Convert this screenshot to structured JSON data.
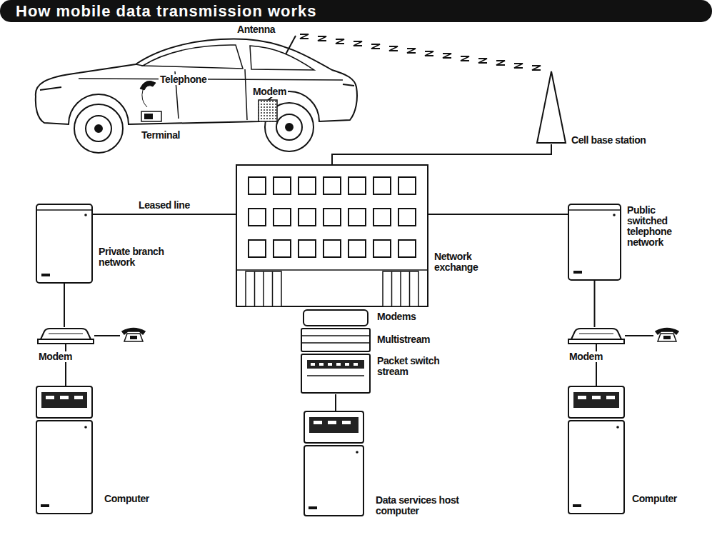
{
  "diagram": {
    "title": "How mobile data transmission works",
    "nodes": [
      {
        "text": [
          "Cell base station"
        ]
      },
      {
        "text": [
          "Private branch network"
        ]
      },
      {
        "text": [
          "Network exchange"
        ]
      },
      {
        "text": [
          "Public switched telephone network"
        ]
      },
      {
        "text": [
          "Modem"
        ]
      },
      {
        "text": [
          "Modems",
          "Multistream",
          "Packet switch stream"
        ]
      },
      {
        "text": [
          "Modem"
        ]
      },
      {
        "text": [
          "Computer"
        ]
      },
      {
        "text": [
          "Data services host computer"
        ]
      },
      {
        "text": [
          "Computer"
        ]
      }
    ],
    "edges": [
      {
        "from": 0,
        "to": 2,
        "arrow": "none"
      },
      {
        "from": 2,
        "to": 1,
        "label": "Leased line",
        "arrow": "none"
      },
      {
        "from": 2,
        "to": 3,
        "arrow": "none"
      },
      {
        "from": 1,
        "to": 4,
        "arrow": "none"
      },
      {
        "from": 4,
        "to": 7,
        "arrow": "none"
      },
      {
        "from": 5,
        "to": 8,
        "arrow": "none"
      },
      {
        "from": 3,
        "to": 6,
        "arrow": "none"
      },
      {
        "from": 6,
        "to": 9,
        "arrow": "none"
      }
    ],
    "labels": [
      "Antenna",
      "Telephone",
      "Modem",
      "Terminal"
    ]
  }
}
